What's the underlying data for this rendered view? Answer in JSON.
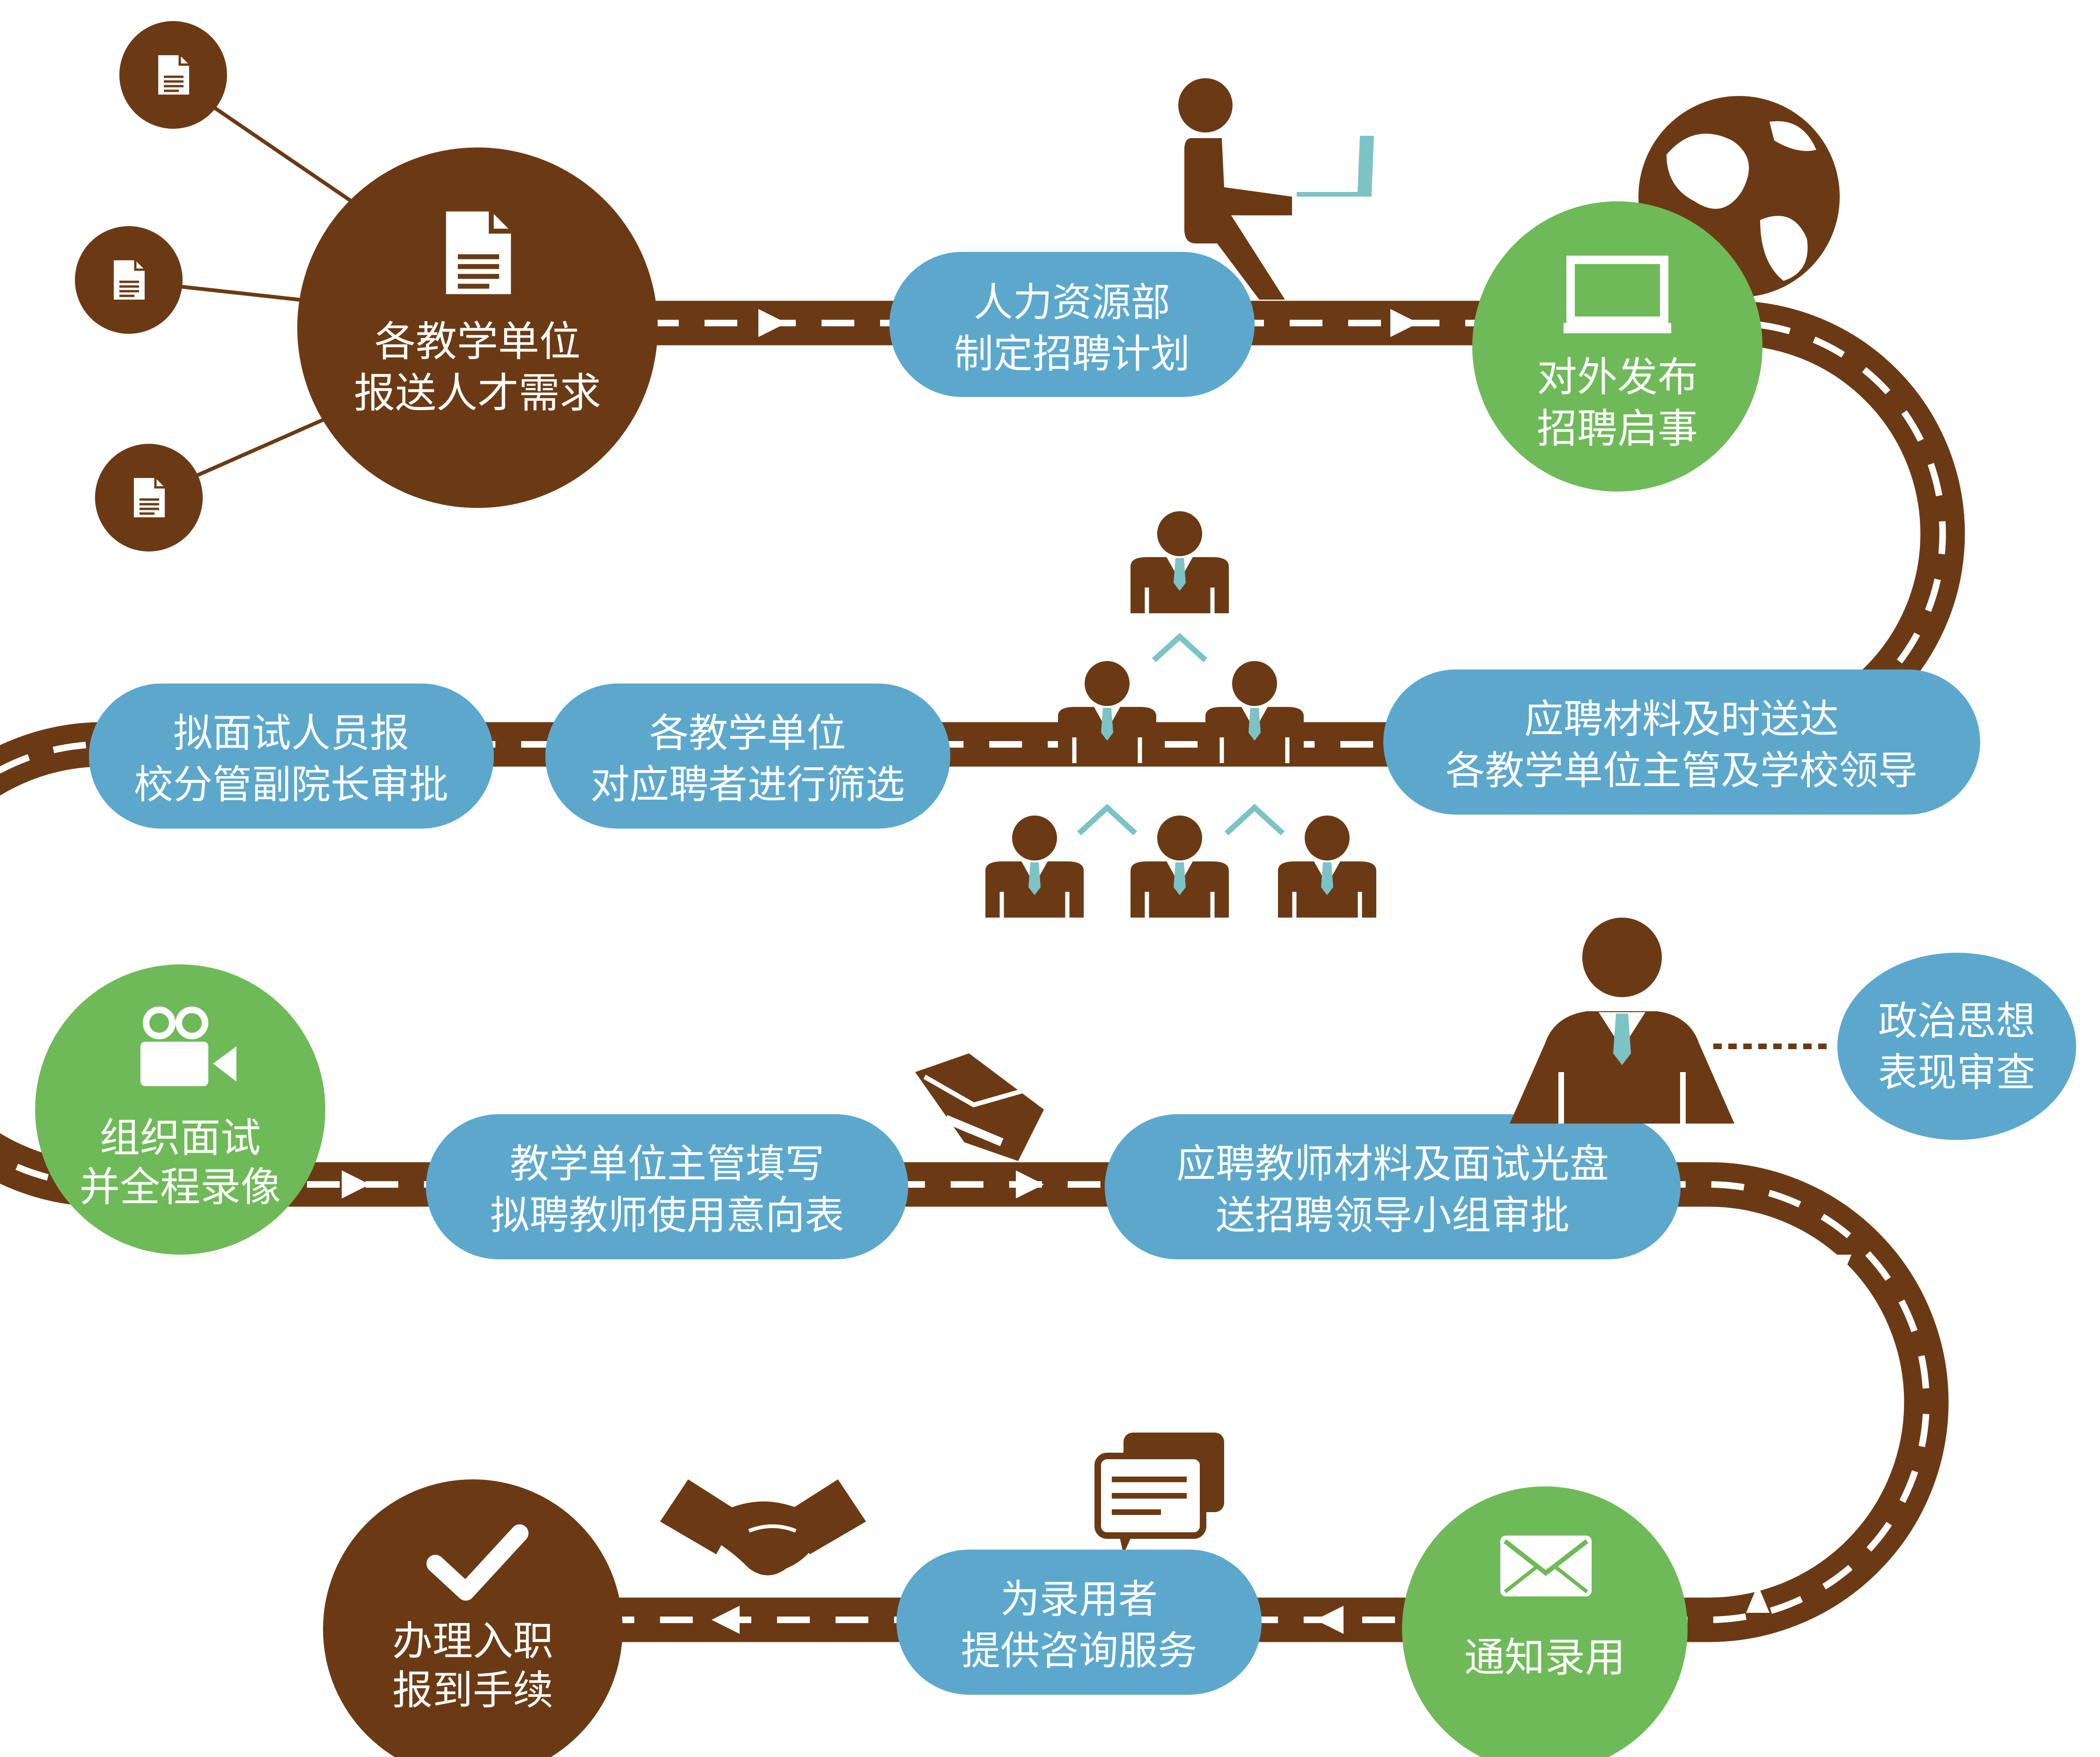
{
  "colors": {
    "road": "#6b3a14",
    "brown": "#6b3a14",
    "blue": "#5ca8cd",
    "green": "#6fba58",
    "white": "#ffffff",
    "teal": "#7cc3c5"
  },
  "steps": {
    "s1": {
      "line1": "各教学单位",
      "line2": "报送人才需求"
    },
    "s2": {
      "line1": "人力资源部",
      "line2": "制定招聘计划"
    },
    "s3": {
      "line1": "对外发布",
      "line2": "招聘启事"
    },
    "s4": {
      "line1": "应聘材料及时送达",
      "line2": "各教学单位主管及学校领导"
    },
    "s5": {
      "line1": "各教学单位",
      "line2": "对应聘者进行筛选"
    },
    "s6": {
      "line1": "拟面试人员报",
      "line2": "校分管副院长审批"
    },
    "s7": {
      "line1": "组织面试",
      "line2": "并全程录像"
    },
    "s8": {
      "line1": "教学单位主管填写",
      "line2": "拟聘教师使用意向表"
    },
    "s9": {
      "line1": "应聘教师材料及面试光盘",
      "line2": "送招聘领导小组审批"
    },
    "s10": {
      "line1": "政治思想",
      "line2": "表现审查"
    },
    "s11": {
      "line1": "通知录用"
    },
    "s12": {
      "line1": "为录用者",
      "line2": "提供咨询服务"
    },
    "s13": {
      "line1": "办理入职",
      "line2": "报到手续"
    }
  },
  "icons": {
    "document": "document-icon",
    "laptop": "laptop-icon",
    "globe": "globe-icon",
    "person_laptop": "person-with-laptop-icon",
    "hierarchy": "org-hierarchy-icon",
    "camera": "video-camera-icon",
    "envelope": "envelope-icon",
    "manager": "manager-person-icon",
    "chat": "chat-bubbles-icon",
    "handshake": "handshake-icon",
    "check": "checkmark-icon"
  }
}
